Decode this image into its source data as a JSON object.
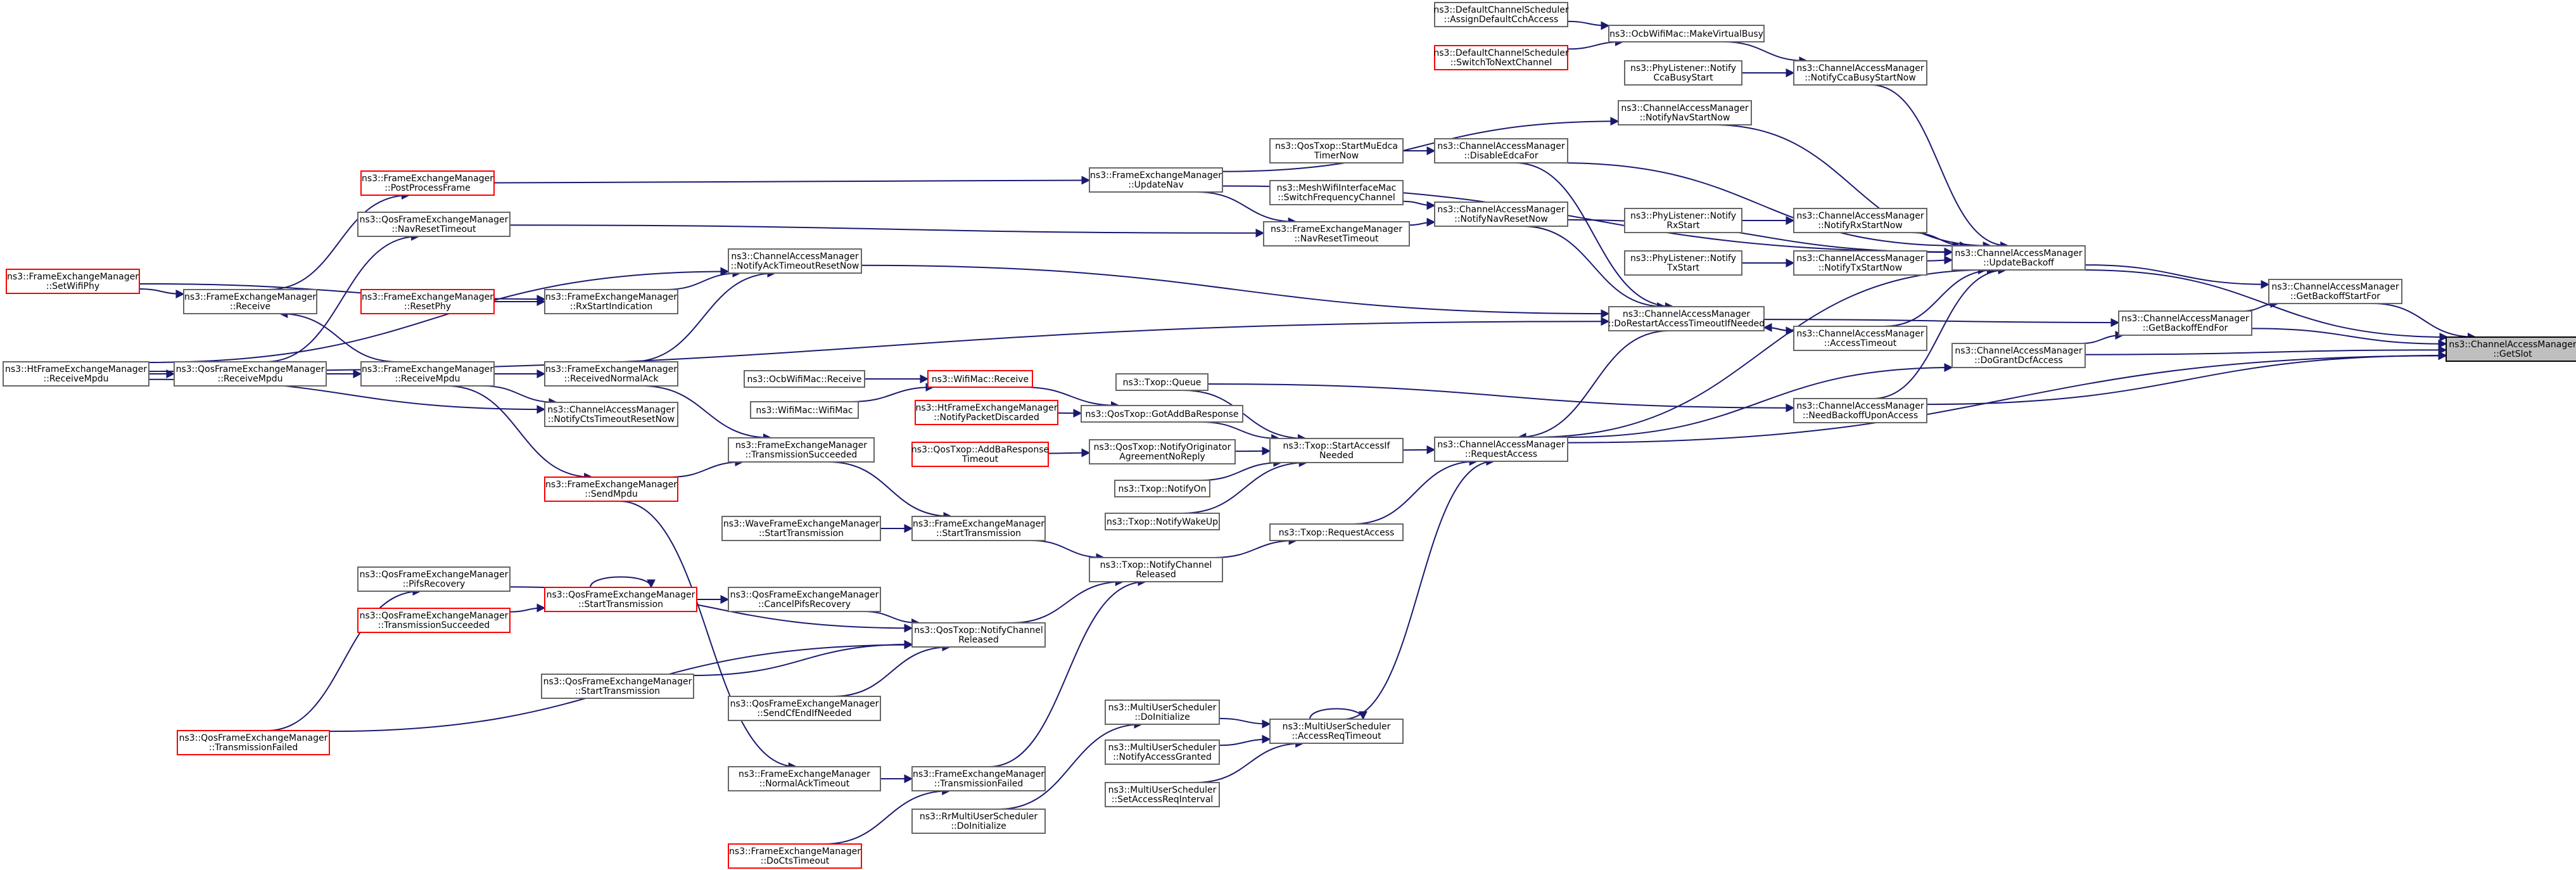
{
  "graph": {
    "title": "",
    "nodes": [
      {
        "id": "getslot",
        "lines": [
          "ns3::ChannelAccessManager",
          "::GetSlot"
        ],
        "style": "target"
      },
      {
        "id": "getbackoffstartfor",
        "lines": [
          "ns3::ChannelAccessManager",
          "::GetBackoffStartFor"
        ],
        "style": "normal"
      },
      {
        "id": "getbackoffendfor",
        "lines": [
          "ns3::ChannelAccessManager",
          "::GetBackoffEndFor"
        ],
        "style": "normal"
      },
      {
        "id": "updatebackoff",
        "lines": [
          "ns3::ChannelAccessManager",
          "::UpdateBackoff"
        ],
        "style": "normal"
      },
      {
        "id": "dograntdcfaccess",
        "lines": [
          "ns3::ChannelAccessManager",
          "::DoGrantDcfAccess"
        ],
        "style": "normal"
      },
      {
        "id": "needbackoff",
        "lines": [
          "ns3::ChannelAccessManager",
          "::NeedBackoffUponAccess"
        ],
        "style": "normal"
      },
      {
        "id": "notifyccabusy",
        "lines": [
          "ns3::ChannelAccessManager",
          "::NotifyCcaBusyStartNow"
        ],
        "style": "normal"
      },
      {
        "id": "makevirtualbusy",
        "lines": [
          "ns3::OcbWifiMac::MakeVirtualBusy"
        ],
        "style": "normal"
      },
      {
        "id": "assigndefault",
        "lines": [
          "ns3::DefaultChannelScheduler",
          "::AssignDefaultCchAccess"
        ],
        "style": "normal"
      },
      {
        "id": "switchtonext",
        "lines": [
          "ns3::DefaultChannelScheduler",
          "::SwitchToNextChannel"
        ],
        "style": "red"
      },
      {
        "id": "phyccabusy",
        "lines": [
          "ns3::PhyListener::Notify",
          "CcaBusyStart"
        ],
        "style": "normal"
      },
      {
        "id": "notifynavstart",
        "lines": [
          "ns3::ChannelAccessManager",
          "::NotifyNavStartNow"
        ],
        "style": "normal"
      },
      {
        "id": "disableedca",
        "lines": [
          "ns3::ChannelAccessManager",
          "::DisableEdcaFor"
        ],
        "style": "normal"
      },
      {
        "id": "startmuedca",
        "lines": [
          "ns3::QosTxop::StartMuEdca",
          "TimerNow"
        ],
        "style": "normal"
      },
      {
        "id": "notifynavreset",
        "lines": [
          "ns3::ChannelAccessManager",
          "::NotifyNavResetNow"
        ],
        "style": "normal"
      },
      {
        "id": "meshswitch",
        "lines": [
          "ns3::MeshWifiInterfaceMac",
          "::SwitchFrequencyChannel"
        ],
        "style": "normal"
      },
      {
        "id": "notifyrxstart",
        "lines": [
          "ns3::ChannelAccessManager",
          "::NotifyRxStartNow"
        ],
        "style": "normal"
      },
      {
        "id": "phyrxstart",
        "lines": [
          "ns3::PhyListener::Notify",
          "RxStart"
        ],
        "style": "normal"
      },
      {
        "id": "notifytxstart",
        "lines": [
          "ns3::ChannelAccessManager",
          "::NotifyTxStartNow"
        ],
        "style": "normal"
      },
      {
        "id": "phytxstart",
        "lines": [
          "ns3::PhyListener::Notify",
          "TxStart"
        ],
        "style": "normal"
      },
      {
        "id": "accesstimeout",
        "lines": [
          "ns3::ChannelAccessManager",
          "::AccessTimeout"
        ],
        "style": "normal"
      },
      {
        "id": "dorestart",
        "lines": [
          "ns3::ChannelAccessManager",
          "::DoRestartAccessTimeoutIfNeeded"
        ],
        "style": "normal"
      },
      {
        "id": "requestaccess",
        "lines": [
          "ns3::ChannelAccessManager",
          "::RequestAccess"
        ],
        "style": "normal"
      },
      {
        "id": "updatenav",
        "lines": [
          "ns3::FrameExchangeManager",
          "::UpdateNav"
        ],
        "style": "normal"
      },
      {
        "id": "navresettimeout",
        "lines": [
          "ns3::FrameExchangeManager",
          "::NavResetTimeout"
        ],
        "style": "normal"
      },
      {
        "id": "postprocess",
        "lines": [
          "ns3::FrameExchangeManager",
          "::PostProcessFrame"
        ],
        "style": "red"
      },
      {
        "id": "qosnavreset",
        "lines": [
          "ns3::QosFrameExchangeManager",
          "::NavResetTimeout"
        ],
        "style": "normal"
      },
      {
        "id": "notifyacktimeout",
        "lines": [
          "ns3::ChannelAccessManager",
          "::NotifyAckTimeoutResetNow"
        ],
        "style": "normal"
      },
      {
        "id": "notifycts",
        "lines": [
          "ns3::ChannelAccessManager",
          "::NotifyCtsTimeoutResetNow"
        ],
        "style": "normal"
      },
      {
        "id": "rxstartindication",
        "lines": [
          "ns3::FrameExchangeManager",
          "::RxStartIndication"
        ],
        "style": "normal"
      },
      {
        "id": "resetphy",
        "lines": [
          "ns3::FrameExchangeManager",
          "::ResetPhy"
        ],
        "style": "red"
      },
      {
        "id": "fem_receive",
        "lines": [
          "ns3::FrameExchangeManager",
          "::Receive"
        ],
        "style": "normal"
      },
      {
        "id": "setwifiphy",
        "lines": [
          "ns3::FrameExchangeManager",
          "::SetWifiPhy"
        ],
        "style": "red"
      },
      {
        "id": "receivednormalack",
        "lines": [
          "ns3::FrameExchangeManager",
          "::ReceivedNormalAck"
        ],
        "style": "normal"
      },
      {
        "id": "fem_receivempdu",
        "lines": [
          "ns3::FrameExchangeManager",
          "::ReceiveMpdu"
        ],
        "style": "normal"
      },
      {
        "id": "qos_receivempdu",
        "lines": [
          "ns3::QosFrameExchangeManager",
          "::ReceiveMpdu"
        ],
        "style": "normal"
      },
      {
        "id": "ht_receivempdu",
        "lines": [
          "ns3::HtFrameExchangeManager",
          "::ReceiveMpdu"
        ],
        "style": "normal"
      },
      {
        "id": "transsucceeded",
        "lines": [
          "ns3::FrameExchangeManager",
          "::TransmissionSucceeded"
        ],
        "style": "normal"
      },
      {
        "id": "sendmpdu",
        "lines": [
          "ns3::FrameExchangeManager",
          "::SendMpdu"
        ],
        "style": "red"
      },
      {
        "id": "fem_starttrans",
        "lines": [
          "ns3::FrameExchangeManager",
          "::StartTransmission"
        ],
        "style": "normal"
      },
      {
        "id": "wave_starttrans",
        "lines": [
          "ns3::WaveFrameExchangeManager",
          "::StartTransmission"
        ],
        "style": "normal"
      },
      {
        "id": "pifsrecovery",
        "lines": [
          "ns3::QosFrameExchangeManager",
          "::PifsRecovery"
        ],
        "style": "normal"
      },
      {
        "id": "qos_starttrans_red",
        "lines": [
          "ns3::QosFrameExchangeManager",
          "::StartTransmission"
        ],
        "style": "red"
      },
      {
        "id": "qos_transsucceeded",
        "lines": [
          "ns3::QosFrameExchangeManager",
          "::TransmissionSucceeded"
        ],
        "style": "red"
      },
      {
        "id": "cancelpifs",
        "lines": [
          "ns3::QosFrameExchangeManager",
          "::CancelPifsRecovery"
        ],
        "style": "normal"
      },
      {
        "id": "qos_starttrans",
        "lines": [
          "ns3::QosFrameExchangeManager",
          "::StartTransmission"
        ],
        "style": "normal"
      },
      {
        "id": "sendcfend",
        "lines": [
          "ns3::QosFrameExchangeManager",
          "::SendCfEndIfNeeded"
        ],
        "style": "normal"
      },
      {
        "id": "qos_transfailed",
        "lines": [
          "ns3::QosFrameExchangeManager",
          "::TransmissionFailed"
        ],
        "style": "red"
      },
      {
        "id": "normalacktimeout",
        "lines": [
          "ns3::FrameExchangeManager",
          "::NormalAckTimeout"
        ],
        "style": "normal"
      },
      {
        "id": "fem_transfailed",
        "lines": [
          "ns3::FrameExchangeManager",
          "::TransmissionFailed"
        ],
        "style": "normal"
      },
      {
        "id": "doctstimeout",
        "lines": [
          "ns3::FrameExchangeManager",
          "::DoCtsTimeout"
        ],
        "style": "red"
      },
      {
        "id": "ocb_receive",
        "lines": [
          "ns3::OcbWifiMac::Receive"
        ],
        "style": "normal"
      },
      {
        "id": "wifimac_receive",
        "lines": [
          "ns3::WifiMac::Receive"
        ],
        "style": "red"
      },
      {
        "id": "wifimac_ctor",
        "lines": [
          "ns3::WifiMac::WifiMac"
        ],
        "style": "normal"
      },
      {
        "id": "ht_notifydiscard",
        "lines": [
          "ns3::HtFrameExchangeManager",
          "::NotifyPacketDiscarded"
        ],
        "style": "red"
      },
      {
        "id": "addbatimeout",
        "lines": [
          "ns3::QosTxop::AddBaResponse",
          "Timeout"
        ],
        "style": "red"
      },
      {
        "id": "txop_queue",
        "lines": [
          "ns3::Txop::Queue"
        ],
        "style": "normal"
      },
      {
        "id": "gotaddba",
        "lines": [
          "ns3::QosTxop::GotAddBaResponse"
        ],
        "style": "normal"
      },
      {
        "id": "notifyoriginator",
        "lines": [
          "ns3::QosTxop::NotifyOriginator",
          "AgreementNoReply"
        ],
        "style": "normal"
      },
      {
        "id": "txop_notifyon",
        "lines": [
          "ns3::Txop::NotifyOn"
        ],
        "style": "normal"
      },
      {
        "id": "txop_wakeup",
        "lines": [
          "ns3::Txop::NotifyWakeUp"
        ],
        "style": "normal"
      },
      {
        "id": "startaccessifneeded",
        "lines": [
          "ns3::Txop::StartAccessIf",
          "Needed"
        ],
        "style": "normal"
      },
      {
        "id": "txop_requestaccess",
        "lines": [
          "ns3::Txop::RequestAccess"
        ],
        "style": "normal"
      },
      {
        "id": "txop_notifychanrel",
        "lines": [
          "ns3::Txop::NotifyChannel",
          "Released"
        ],
        "style": "normal"
      },
      {
        "id": "qostxop_notifychanrel",
        "lines": [
          "ns3::QosTxop::NotifyChannel",
          "Released"
        ],
        "style": "normal"
      },
      {
        "id": "mu_doinit",
        "lines": [
          "ns3::MultiUserScheduler",
          "::DoInitialize"
        ],
        "style": "normal"
      },
      {
        "id": "mu_granted",
        "lines": [
          "ns3::MultiUserScheduler",
          "::NotifyAccessGranted"
        ],
        "style": "normal"
      },
      {
        "id": "mu_setinterval",
        "lines": [
          "ns3::MultiUserScheduler",
          "::SetAccessReqInterval"
        ],
        "style": "normal"
      },
      {
        "id": "mu_timeout",
        "lines": [
          "ns3::MultiUserScheduler",
          "::AccessReqTimeout"
        ],
        "style": "normal"
      },
      {
        "id": "rr_doinit",
        "lines": [
          "ns3::RrMultiUserScheduler",
          "::DoInitialize"
        ],
        "style": "normal"
      }
    ],
    "edges": [
      [
        "getbackoffstartfor",
        "getslot"
      ],
      [
        "getbackoffendfor",
        "getslot"
      ],
      [
        "updatebackoff",
        "getslot"
      ],
      [
        "dograntdcfaccess",
        "getslot"
      ],
      [
        "needbackoff",
        "getslot"
      ],
      [
        "requestaccess",
        "getslot"
      ],
      [
        "updatebackoff",
        "getbackoffstartfor"
      ],
      [
        "getbackoffendfor",
        "getbackoffstartfor"
      ],
      [
        "dorestart",
        "getbackoffendfor"
      ],
      [
        "dograntdcfaccess",
        "getbackoffendfor"
      ],
      [
        "notifyccabusy",
        "updatebackoff"
      ],
      [
        "notifynavstart",
        "updatebackoff"
      ],
      [
        "disableedca",
        "updatebackoff"
      ],
      [
        "notifynavreset",
        "updatebackoff"
      ],
      [
        "notifyrxstart",
        "updatebackoff"
      ],
      [
        "notifytxstart",
        "updatebackoff"
      ],
      [
        "accesstimeout",
        "updatebackoff"
      ],
      [
        "needbackoff",
        "updatebackoff"
      ],
      [
        "requestaccess",
        "updatebackoff"
      ],
      [
        "updatenav",
        "updatebackoff"
      ],
      [
        "makevirtualbusy",
        "notifyccabusy"
      ],
      [
        "phyccabusy",
        "notifyccabusy"
      ],
      [
        "assigndefault",
        "makevirtualbusy"
      ],
      [
        "switchtonext",
        "makevirtualbusy"
      ],
      [
        "startmuedca",
        "disableedca"
      ],
      [
        "meshswitch",
        "notifynavreset"
      ],
      [
        "navresettimeout",
        "notifynavreset"
      ],
      [
        "phyrxstart",
        "notifyrxstart"
      ],
      [
        "phytxstart",
        "notifytxstart"
      ],
      [
        "dorestart",
        "accesstimeout"
      ],
      [
        "accesstimeout",
        "dorestart"
      ],
      [
        "disableedca",
        "dorestart"
      ],
      [
        "notifynavreset",
        "dorestart"
      ],
      [
        "notifyacktimeout",
        "dorestart"
      ],
      [
        "ht_receivempdu",
        "dorestart"
      ],
      [
        "dorestart",
        "requestaccess"
      ],
      [
        "mu_timeout",
        "requestaccess"
      ],
      [
        "startaccessifneeded",
        "requestaccess"
      ],
      [
        "txop_requestaccess",
        "requestaccess"
      ],
      [
        "requestaccess",
        "dograntdcfaccess"
      ],
      [
        "txop_queue",
        "needbackoff"
      ],
      [
        "postprocess",
        "updatenav"
      ],
      [
        "updatenav",
        "notifynavstart"
      ],
      [
        "updatenav",
        "navresettimeout"
      ],
      [
        "qosnavreset",
        "navresettimeout"
      ],
      [
        "fem_receive",
        "postprocess"
      ],
      [
        "qos_receivempdu",
        "qosnavreset"
      ],
      [
        "rxstartindication",
        "notifyacktimeout"
      ],
      [
        "receivednormalack",
        "notifyacktimeout"
      ],
      [
        "ht_receivempdu",
        "notifyacktimeout"
      ],
      [
        "fem_receivempdu",
        "notifycts"
      ],
      [
        "resetphy",
        "rxstartindication"
      ],
      [
        "setwifiphy",
        "rxstartindication"
      ],
      [
        "setwifiphy",
        "fem_receive"
      ],
      [
        "fem_receivempdu",
        "fem_receive"
      ],
      [
        "fem_receivempdu",
        "receivednormalack"
      ],
      [
        "qos_receivempdu",
        "fem_receivempdu"
      ],
      [
        "ht_receivempdu",
        "qos_receivempdu"
      ],
      [
        "ht_receivempdu",
        "notifycts"
      ],
      [
        "receivednormalack",
        "transsucceeded"
      ],
      [
        "fem_receivempdu",
        "sendmpdu"
      ],
      [
        "sendmpdu",
        "transsucceeded"
      ],
      [
        "transsucceeded",
        "fem_starttrans"
      ],
      [
        "wave_starttrans",
        "fem_starttrans"
      ],
      [
        "fem_starttrans",
        "txop_notifychanrel"
      ],
      [
        "pifsrecovery",
        "qostxop_notifychanrel"
      ],
      [
        "qos_transsucceeded",
        "qos_starttrans_red"
      ],
      [
        "qos_starttrans_red",
        "qos_starttrans_red"
      ],
      [
        "qos_starttrans_red",
        "cancelpifs"
      ],
      [
        "cancelpifs",
        "qostxop_notifychanrel"
      ],
      [
        "qos_starttrans",
        "qostxop_notifychanrel"
      ],
      [
        "sendcfend",
        "qostxop_notifychanrel"
      ],
      [
        "qos_transfailed",
        "qostxop_notifychanrel"
      ],
      [
        "qos_transfailed",
        "pifsrecovery"
      ],
      [
        "normalacktimeout",
        "fem_transfailed"
      ],
      [
        "fem_transfailed",
        "txop_notifychanrel"
      ],
      [
        "doctstimeout",
        "fem_transfailed"
      ],
      [
        "sendmpdu",
        "normalacktimeout"
      ],
      [
        "qostxop_notifychanrel",
        "txop_notifychanrel"
      ],
      [
        "txop_notifychanrel",
        "txop_requestaccess"
      ],
      [
        "ocb_receive",
        "wifimac_receive"
      ],
      [
        "wifimac_ctor",
        "wifimac_receive"
      ],
      [
        "wifimac_receive",
        "gotaddba"
      ],
      [
        "ht_notifydiscard",
        "gotaddba"
      ],
      [
        "gotaddba",
        "startaccessifneeded"
      ],
      [
        "addbatimeout",
        "notifyoriginator"
      ],
      [
        "notifyoriginator",
        "startaccessifneeded"
      ],
      [
        "txop_queue",
        "startaccessifneeded"
      ],
      [
        "txop_notifyon",
        "startaccessifneeded"
      ],
      [
        "txop_wakeup",
        "startaccessifneeded"
      ],
      [
        "mu_doinit",
        "mu_timeout"
      ],
      [
        "mu_granted",
        "mu_timeout"
      ],
      [
        "mu_setinterval",
        "mu_timeout"
      ],
      [
        "mu_timeout",
        "mu_timeout"
      ],
      [
        "rr_doinit",
        "mu_doinit"
      ]
    ]
  }
}
